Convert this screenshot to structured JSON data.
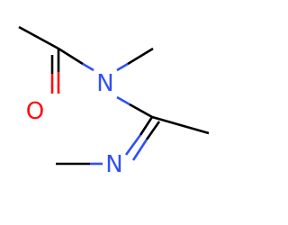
{
  "molecule": {
    "atoms": [
      {
        "symbol": "N",
        "color": "#3050f8"
      },
      {
        "symbol": "O",
        "color": "#ff0d0d"
      },
      {
        "symbol": "N",
        "color": "#3050f8"
      }
    ]
  },
  "colors": {
    "carbon_bond": "#000000",
    "nitrogen": "#3050f8",
    "oxygen": "#ff0d0d",
    "background": "#ffffff"
  }
}
